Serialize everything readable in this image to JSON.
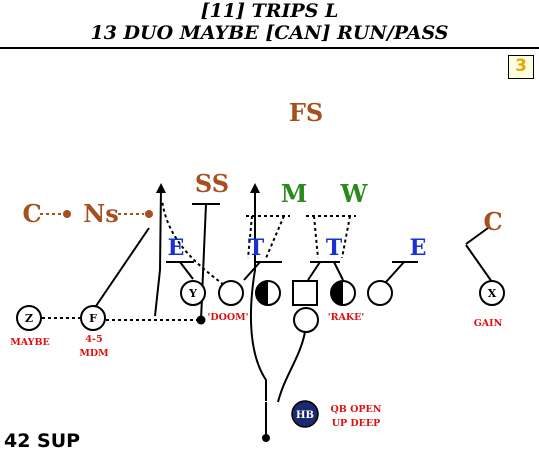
{
  "header": {
    "line1": "[11] TRIPS L",
    "line2": "13 DUO MAYBE [CAN] RUN/PASS"
  },
  "badge": "3",
  "footer": "42 SUP",
  "defense": {
    "fs": "FS",
    "ss": "SS",
    "m": "M",
    "w": "W",
    "c_left": "C",
    "ns": "Ns",
    "c_right": "C",
    "e_left": "E",
    "t_left": "T",
    "t_right": "T",
    "e_right": "E"
  },
  "offense": {
    "z": "Z",
    "f": "F",
    "y": "Y",
    "x": "X",
    "hb": "HB"
  },
  "notes": {
    "maybe": "MAYBE",
    "mdm_line1": "4-5",
    "mdm_line2": "MDM",
    "doom": "'DOOM'",
    "rake": "'RAKE'",
    "gain": "GAIN",
    "qb_line1": "QB OPEN",
    "qb_line2": "UP DEEP"
  },
  "colors": {
    "safety": "#a5501e",
    "linebacker": "#2a8a1e",
    "dline": "#1a2fd6",
    "note": "#e01010",
    "hb_fill": "#1a2a6e",
    "badge_text": "#e8a800"
  }
}
